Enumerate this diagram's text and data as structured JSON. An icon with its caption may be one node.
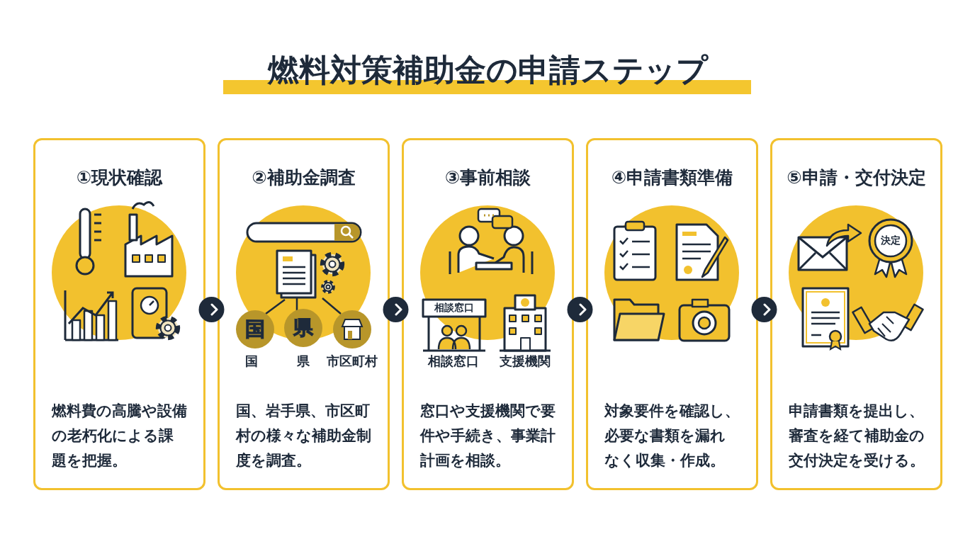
{
  "diagram": {
    "title": "燃料対策補助金の申請ステップ",
    "nodes": [
      {
        "text": [
          "①現状確認",
          "燃料費の高騰や設備の老朽化による課題を把握。"
        ]
      },
      {
        "text": [
          "②補助金調査",
          "国、岩手県、市区町村の様々な補助金制度を調査。"
        ]
      },
      {
        "text": [
          "③事前相談",
          "窓口や支援機関で要件や手続き、事業計計画を相談。"
        ]
      },
      {
        "text": [
          "④申請書類準備",
          "対象要件を確認し、必要な書類を漏れなく収集・作成。"
        ]
      },
      {
        "text": [
          "⑤申請・交付決定",
          "申請書類を提出し、審査を経て補助金の交付決定を受ける。"
        ]
      }
    ],
    "edges": [
      {
        "from": 0,
        "to": 1,
        "arrow": "to"
      },
      {
        "from": 1,
        "to": 2,
        "arrow": "to"
      },
      {
        "from": 2,
        "to": 3,
        "arrow": "to"
      },
      {
        "from": 3,
        "to": 4,
        "arrow": "to"
      }
    ],
    "labels": [
      "国",
      "県",
      "国",
      "県",
      "市区町村",
      "相談窓口",
      "相談窓口",
      "支援機関",
      "決定"
    ]
  }
}
